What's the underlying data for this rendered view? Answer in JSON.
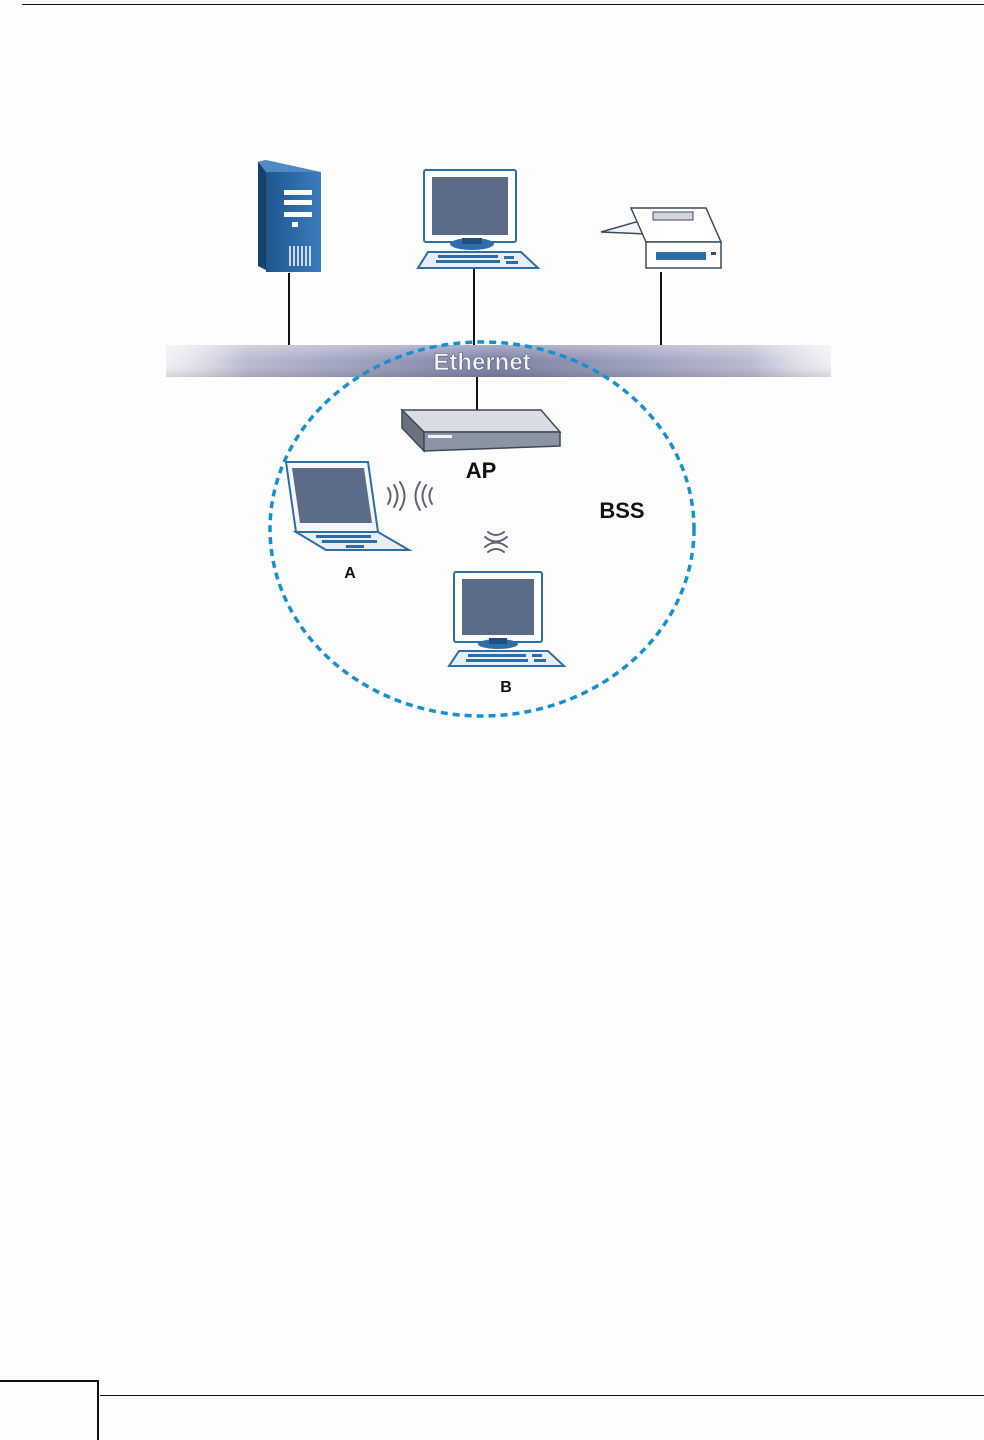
{
  "page": {
    "page_number": ""
  },
  "diagram": {
    "ethernet_label": "Ethernet",
    "ap_label": "AP",
    "bss_label": "BSS",
    "station_a_label": "A",
    "station_b_label": "B"
  },
  "colors": {
    "ethernet_band": "#7d82a8",
    "bss_circle": "#1a8fd0",
    "device_blue": "#2f6da6",
    "screen": "#5c6b88"
  },
  "icons": [
    "server-tower-icon",
    "desktop-computer-icon",
    "printer-icon",
    "access-point-icon",
    "laptop-icon",
    "wireless-signal-icon"
  ]
}
